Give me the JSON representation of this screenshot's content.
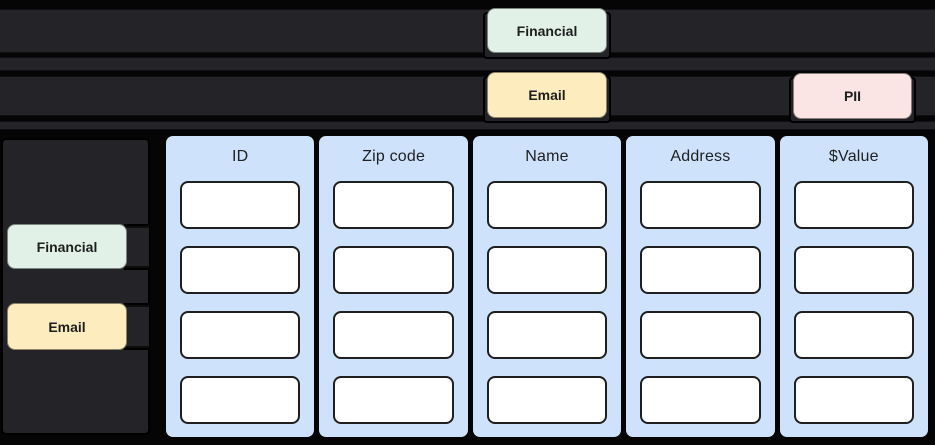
{
  "colors": {
    "background": "#050505",
    "lane_fill": "#242428",
    "column_fill": "#cee2fb",
    "cell_fill": "#ffffff",
    "cell_border": "#1f1f1f",
    "tag_financial": "#e2f1e8",
    "tag_email": "#fdedbe",
    "tag_pii": "#fbe4e4",
    "text_dark": "#1e1e1e"
  },
  "tags": {
    "lane1": [
      {
        "label": "Financial",
        "type": "financial"
      }
    ],
    "lane2": [
      {
        "label": "Email",
        "type": "email"
      },
      {
        "label": "PII",
        "type": "pii"
      }
    ],
    "sidebar": [
      {
        "label": "Financial",
        "type": "financial"
      },
      {
        "label": "Email",
        "type": "email"
      }
    ]
  },
  "table": {
    "rows_per_column": 4,
    "columns": [
      {
        "header": "ID",
        "cells": [
          "",
          "",
          "",
          ""
        ]
      },
      {
        "header": "Zip code",
        "cells": [
          "",
          "",
          "",
          ""
        ]
      },
      {
        "header": "Name",
        "cells": [
          "",
          "",
          "",
          ""
        ]
      },
      {
        "header": "Address",
        "cells": [
          "",
          "",
          "",
          ""
        ]
      },
      {
        "header": "$Value",
        "cells": [
          "",
          "",
          "",
          ""
        ]
      }
    ]
  }
}
